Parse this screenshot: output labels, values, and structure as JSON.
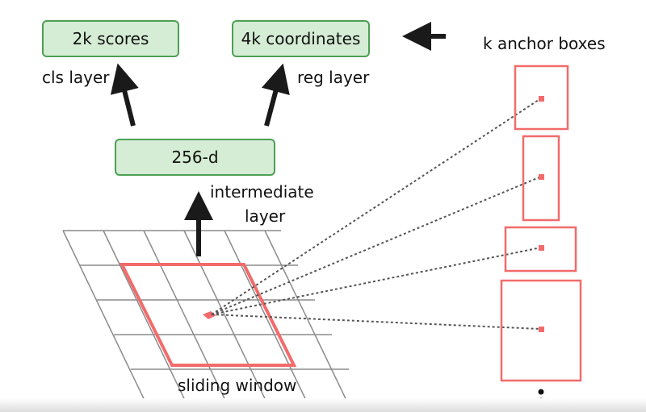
{
  "boxes": {
    "scores": "2k scores",
    "coords": "4k coordinates",
    "hidden": "256-d"
  },
  "labels": {
    "cls": "cls layer",
    "reg": "reg layer",
    "anchors": "k anchor boxes",
    "intermediate_line1": "intermediate",
    "intermediate_line2": "layer",
    "sliding": "sliding window"
  },
  "colors": {
    "box_fill": "#d4edd4",
    "box_border": "#4e9f55",
    "accent": "#f26b6b",
    "grid": "#8c8c8c",
    "arrow": "#1a1a1a"
  }
}
